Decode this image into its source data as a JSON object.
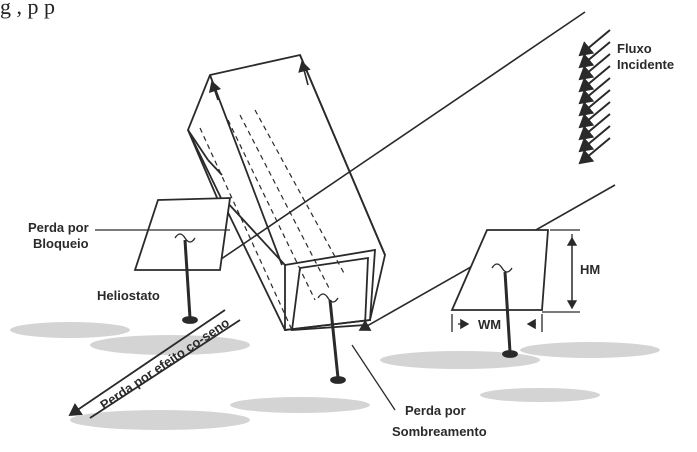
{
  "caption": "g  ,  p  p",
  "labels": {
    "fluxo_line1": "Fluxo",
    "fluxo_line2": "Incidente",
    "bloqueio_line1": "Perda por",
    "bloqueio_line2": "Bloqueio",
    "heliostato": "Heliostato",
    "cosseno": "Perda por efeito co-seno",
    "sombreamento_line1": "Perda por",
    "sombreamento_line2": "Sombreamento",
    "hm": "HM",
    "wm": "WM"
  },
  "colors": {
    "ink": "#2a2a2a",
    "ground": "#b8b8b8"
  }
}
